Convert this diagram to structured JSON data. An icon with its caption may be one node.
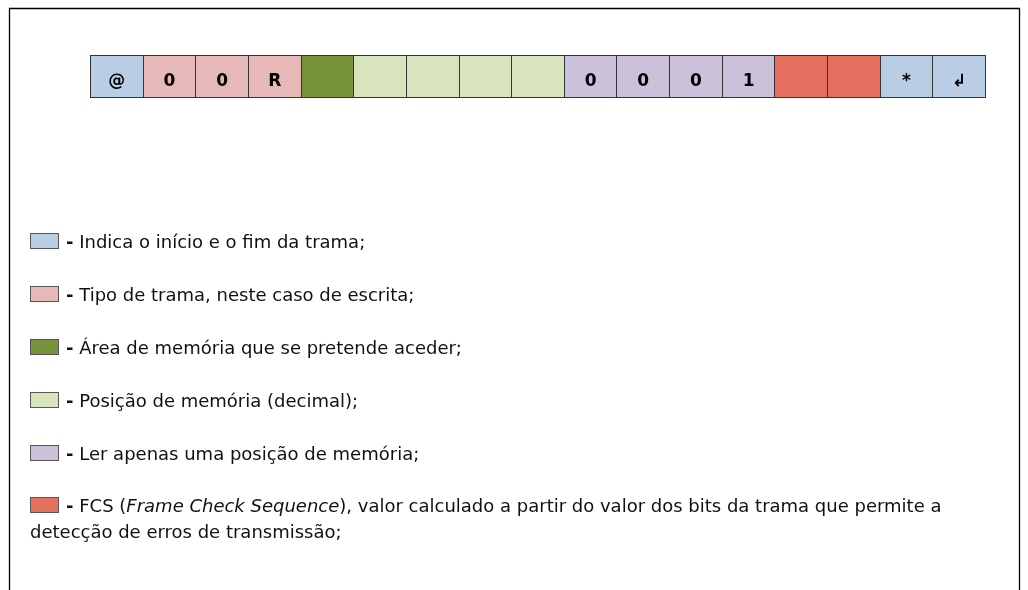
{
  "diagram": {
    "nodes": [
      {
        "text": [
          "@"
        ]
      },
      {
        "text": [
          "0"
        ]
      },
      {
        "text": [
          "0"
        ]
      },
      {
        "text": [
          "R"
        ]
      },
      {
        "text": [],
        "shape": "box"
      },
      {
        "text": [],
        "shape": "box"
      },
      {
        "text": [],
        "shape": "box"
      },
      {
        "text": [],
        "shape": "box"
      },
      {
        "text": [],
        "shape": "box"
      },
      {
        "text": [
          "0"
        ]
      },
      {
        "text": [
          "0"
        ]
      },
      {
        "text": [
          "0"
        ]
      },
      {
        "text": [
          "1"
        ]
      },
      {
        "text": [],
        "shape": "box"
      },
      {
        "text": [],
        "shape": "box"
      },
      {
        "text": [
          "*"
        ]
      },
      {
        "text": [
          "↲"
        ]
      }
    ],
    "legend": [
      {
        "text": "**-** Indica o início e o fim da trama;",
        "color": "#b9cde5"
      },
      {
        "text": "**-** Tipo de trama, neste caso de escrita;",
        "color": "#e6b9b8"
      },
      {
        "text": "**-** Área de memória que se pretende aceder;",
        "color": "#77933c"
      },
      {
        "text": "**-** Posição de memória (decimal);",
        "color": "#d7e4bd"
      },
      {
        "text": "**-** Ler apenas uma posição de memória;",
        "color": "#ccc1da"
      },
      {
        "text": "**-** FCS (*Frame Check Sequence*), valor calculado a partir do valor dos bits da trama que permite a detecção de erros de transmissão;",
        "color": "#e6705f"
      }
    ]
  }
}
